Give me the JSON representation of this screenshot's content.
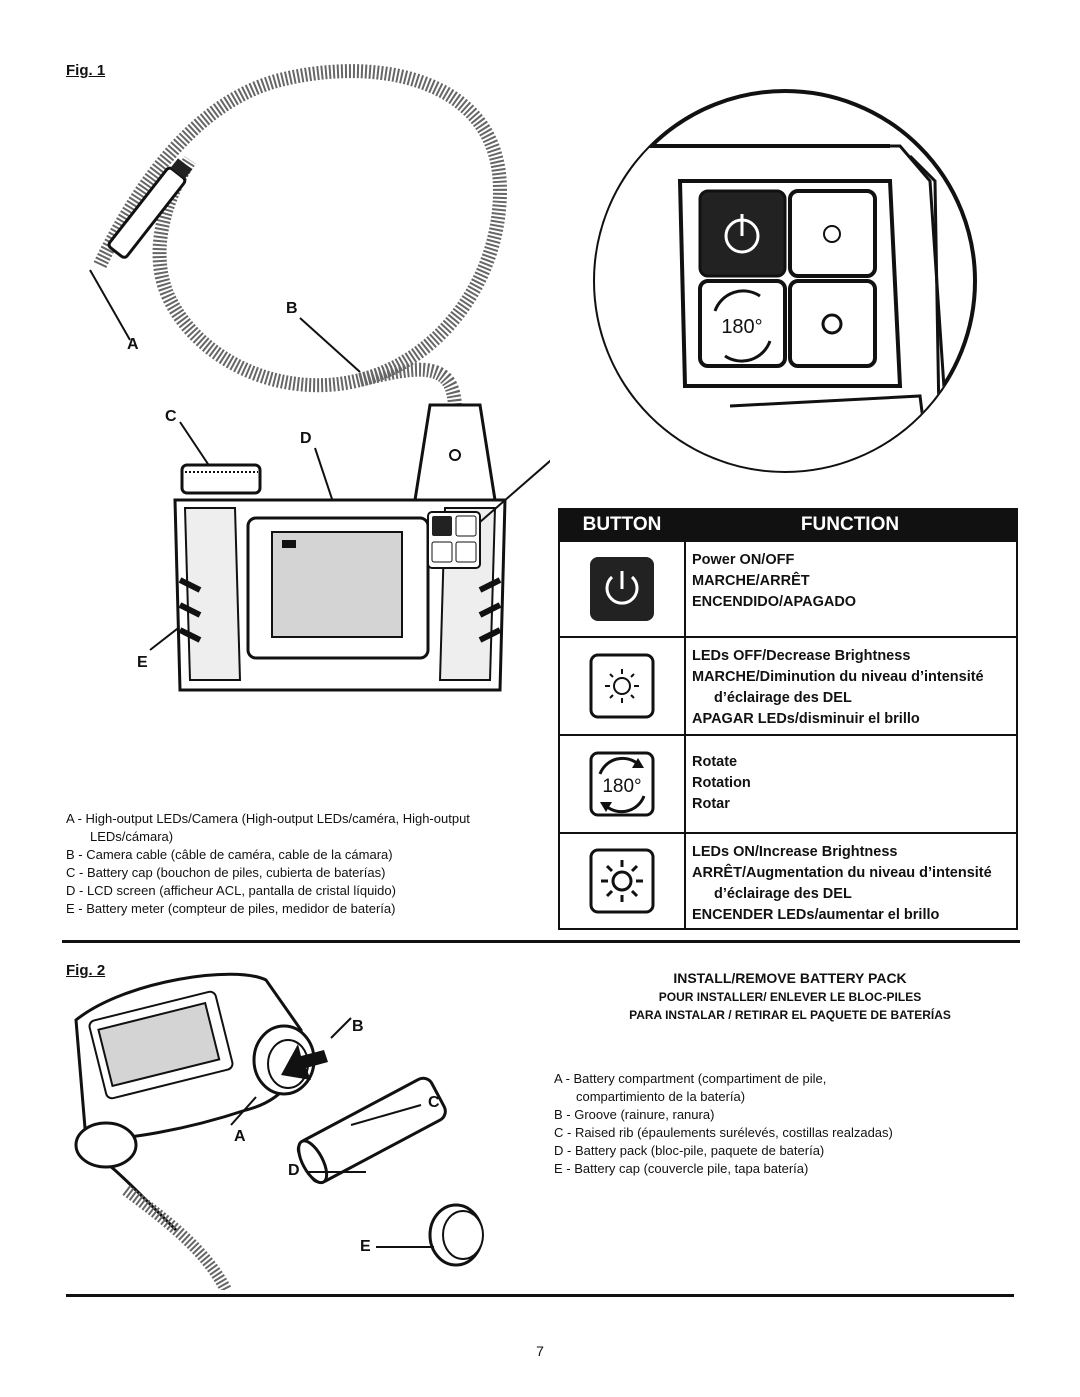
{
  "fig1": {
    "label": "Fig. 1",
    "callouts": {
      "a": "A",
      "b": "B",
      "c": "C",
      "d": "D",
      "e": "E"
    },
    "legend": [
      "A -  High-output LEDs/Camera (High-output LEDs/caméra, High-output",
      "LEDs/cámara)",
      "B -  Camera cable (câble de caméra, cable de la cámara)",
      "C -  Battery cap (bouchon de piles, cubierta de baterías)",
      "D -  LCD screen (afficheur ACL, pantalla de cristal líquido)",
      "E -  Battery meter (compteur de piles, medidor de batería)"
    ]
  },
  "table": {
    "header_button": "BUTTON",
    "header_function": "FUNCTION",
    "rows": [
      {
        "icon": "power-icon",
        "lines": [
          "Power ON/OFF",
          "MARCHE/ARRÊT",
          "ENCENDIDO/APAGADO"
        ]
      },
      {
        "icon": "brightness-low-icon",
        "lines": [
          "LEDs OFF/Decrease Brightness",
          "MARCHE/Diminution du niveau d’intensité",
          "d’éclairage des DEL",
          "APAGAR LEDs/disminuir el brillo"
        ]
      },
      {
        "icon": "rotate-180-icon",
        "icon_text": "180°",
        "lines": [
          "Rotate",
          "Rotation",
          "Rotar"
        ]
      },
      {
        "icon": "brightness-high-icon",
        "lines": [
          "LEDs ON/Increase Brightness",
          "ARRÊT/Augmentation du niveau d’intensité",
          "d’éclairage des DEL",
          "ENCENDER LEDs/aumentar el brillo"
        ]
      }
    ]
  },
  "fig2": {
    "label": "Fig. 2",
    "callouts": {
      "a": "A",
      "b": "B",
      "c": "C",
      "d": "D",
      "e": "E"
    },
    "title": "INSTALL/REMOVE BATTERY PACK",
    "subtitle_fr": "POUR INSTALLER/ ENLEVER LE BLOC-PILES",
    "subtitle_es": "PARA INSTALAR / RETIRAR EL PAQUETE DE BATERÍAS",
    "legend": [
      "A - Battery compartment (compartiment de pile,",
      "compartimiento de la batería)",
      "B - Groove (rainure, ranura)",
      "C - Raised rib (épaulements surélevés, costillas realzadas)",
      "D - Battery pack (bloc-pile, paquete de batería)",
      "E - Battery cap (couvercle pile, tapa batería)"
    ]
  },
  "inset_icon_text": "180°",
  "page_number": "7"
}
